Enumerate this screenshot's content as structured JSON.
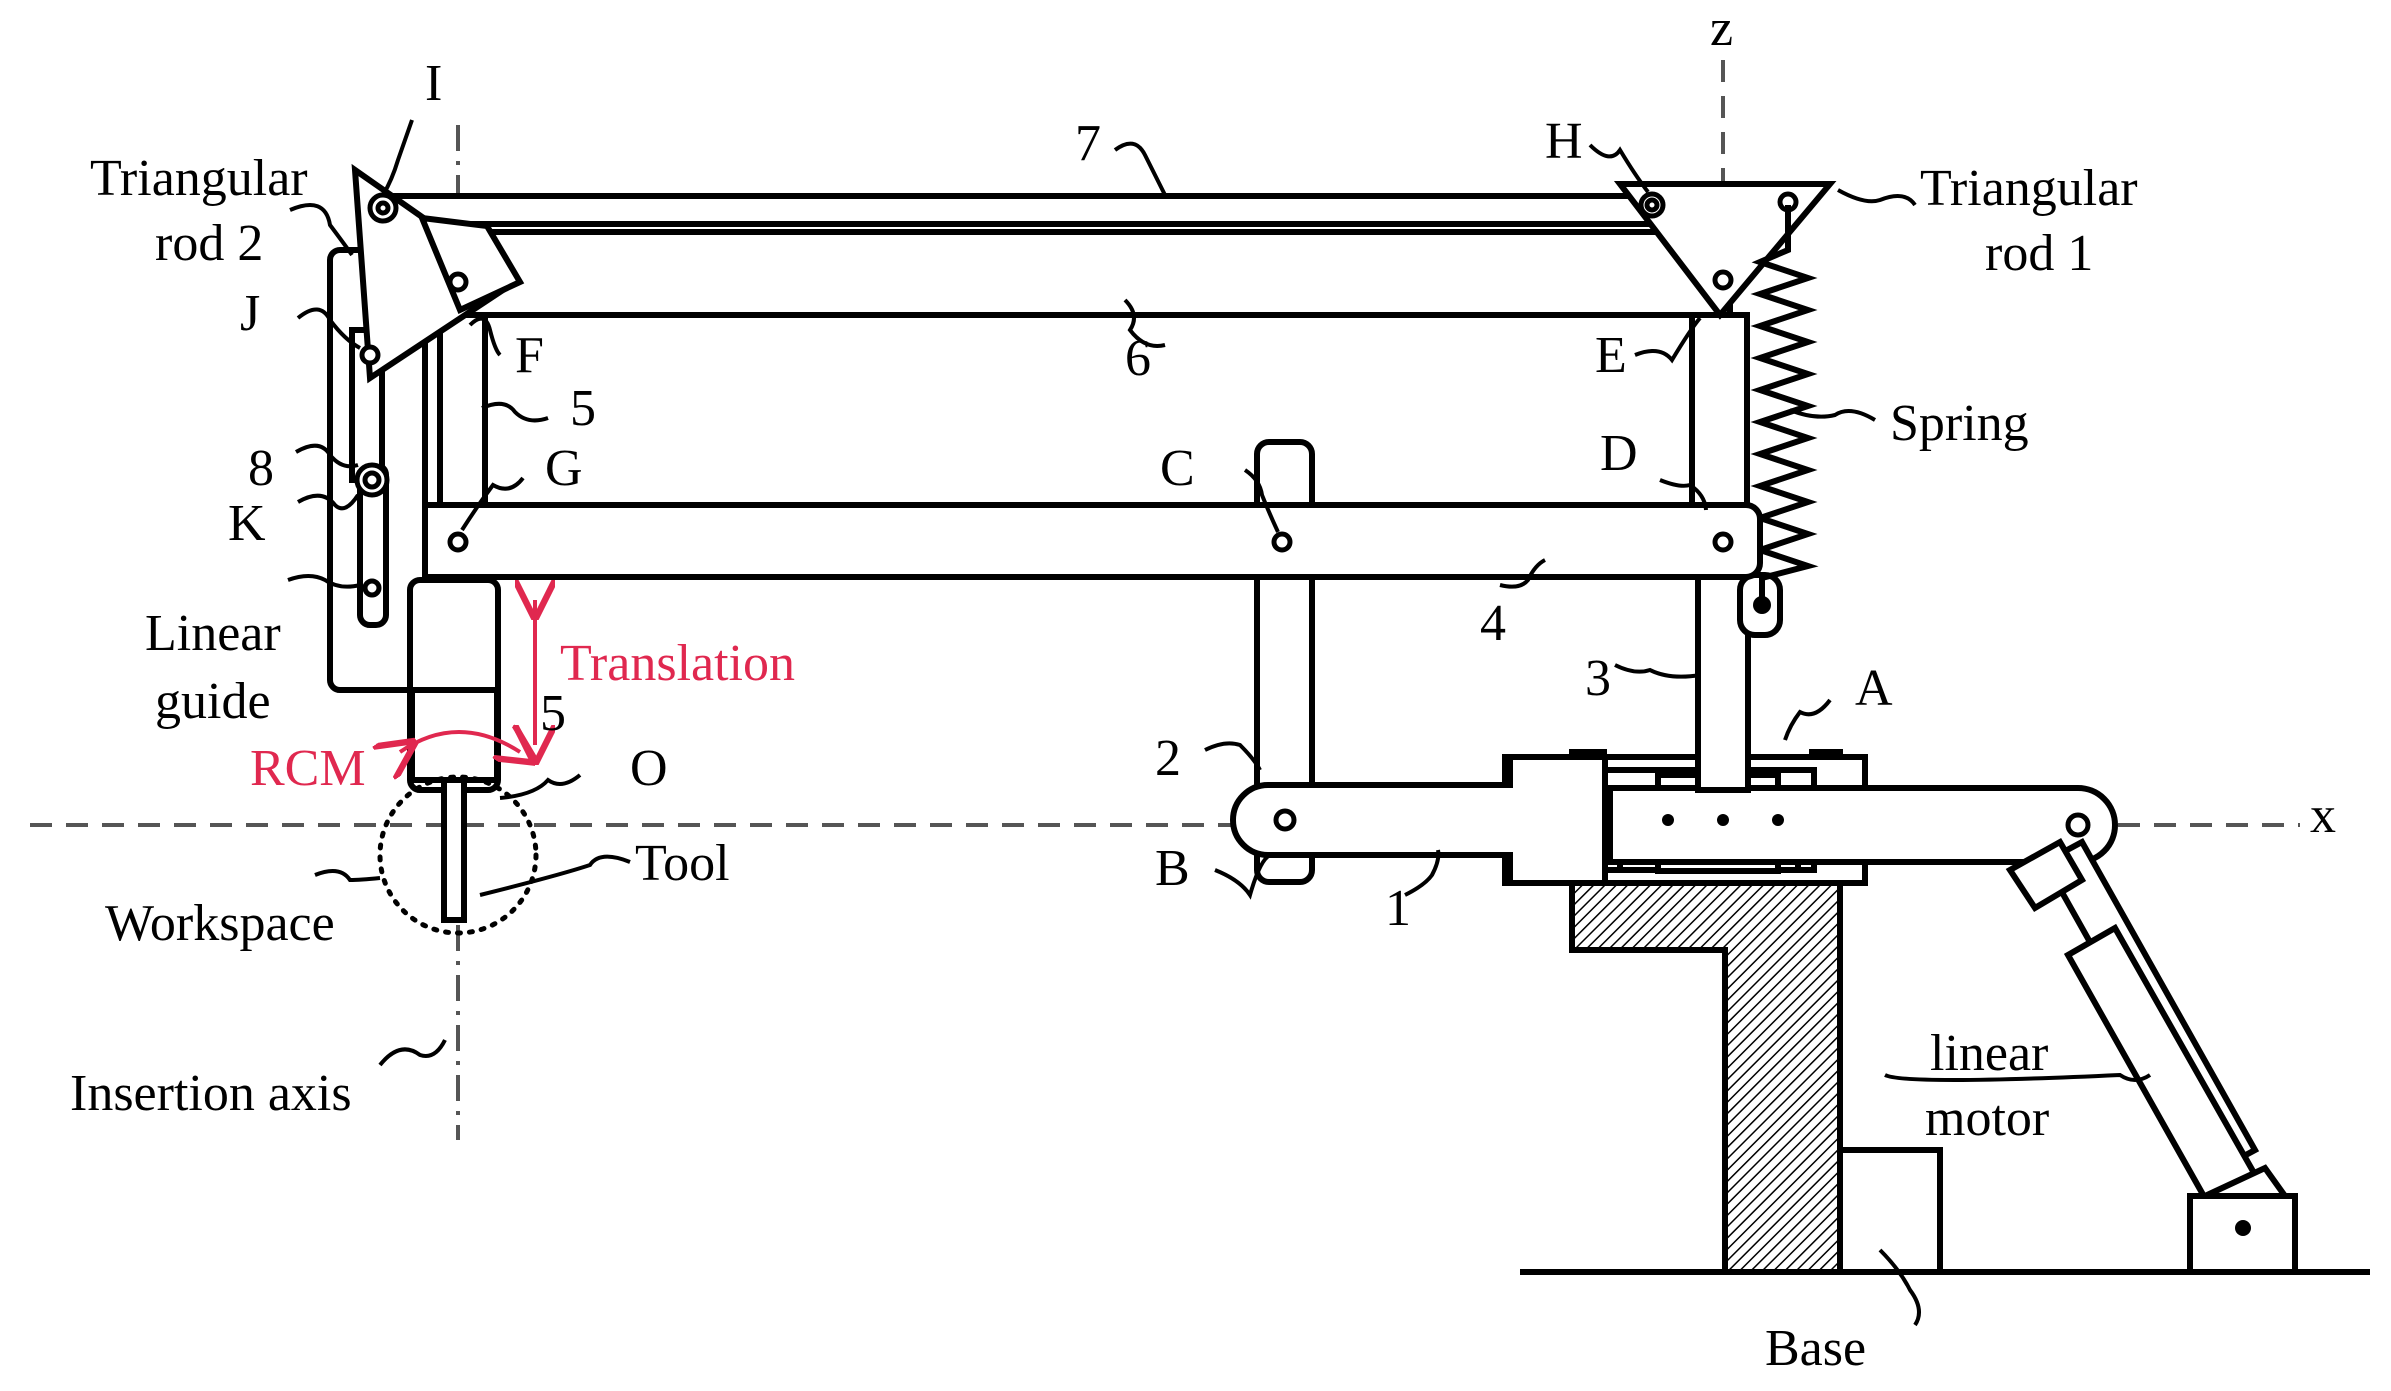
{
  "labels": {
    "I": "I",
    "H": "H",
    "J": "J",
    "F": "F",
    "E": "E",
    "D": "D",
    "C": "C",
    "G": "G",
    "K": "K",
    "A": "A",
    "B": "B",
    "O": "O",
    "z": "z",
    "x": "x",
    "n1": "1",
    "n2": "2",
    "n3": "3",
    "n4": "4",
    "n5a": "5",
    "n5b": "5",
    "n6": "6",
    "n7": "7",
    "n8": "8",
    "tri2_l1": "Triangular",
    "tri2_l2": "rod 2",
    "tri1_l1": "Triangular",
    "tri1_l2": "rod 1",
    "spring": "Spring",
    "guide_l1": "Linear",
    "guide_l2": "guide",
    "translation": "Translation",
    "rcm": "RCM",
    "tool": "Tool",
    "workspace": "Workspace",
    "insertion_axis": "Insertion axis",
    "motor_l1": "linear",
    "motor_l2": "motor",
    "base": "Base"
  },
  "colors": {
    "ink": "#000000",
    "accent": "#e0284f",
    "axis": "#555555"
  }
}
